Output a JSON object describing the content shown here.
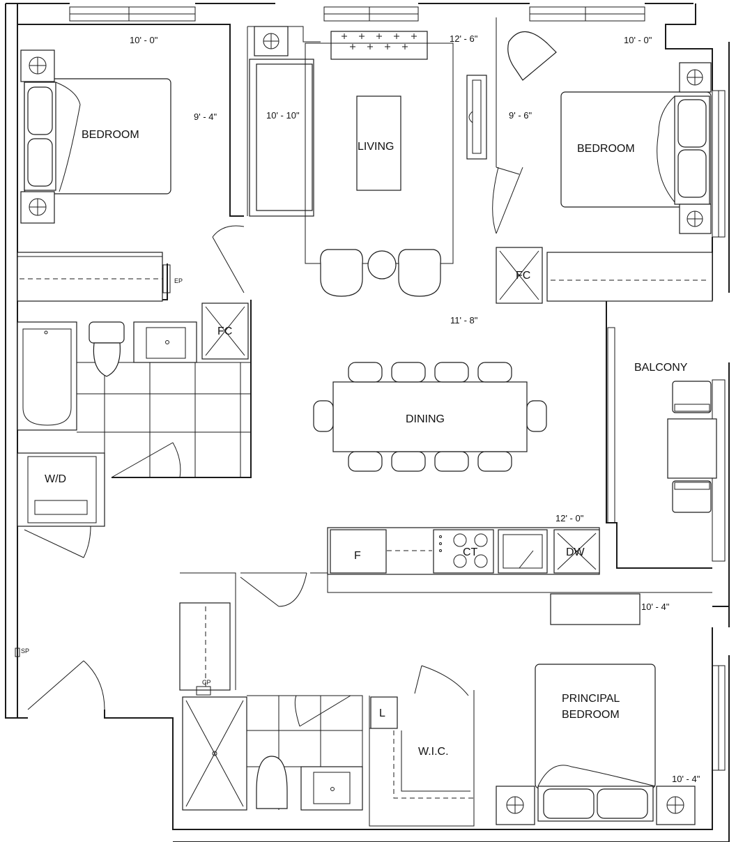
{
  "rooms": {
    "bedroom_left": "BEDROOM",
    "living": "LIVING",
    "bedroom_right": "BEDROOM",
    "dining": "DINING",
    "balcony": "BALCONY",
    "principal_line1": "PRINCIPAL",
    "principal_line2": "BEDROOM",
    "wic": "W.I.C.",
    "wd": "W/D"
  },
  "fixtures": {
    "fc_living": "FC",
    "fc_right": "FC",
    "fridge": "F",
    "cooktop": "CT",
    "dishwasher": "DW",
    "linen": "L",
    "ep": "EP",
    "sp": "SP",
    "cp": "CP"
  },
  "dimensions": {
    "bed_left_w": "10' - 0\"",
    "bed_left_h": "9' - 4\"",
    "living_w": "12' - 6\"",
    "living_h": "10' - 10\"",
    "bed_right_w": "10' - 0\"",
    "bed_right_h": "9' - 6\"",
    "dining_h": "11' - 8\"",
    "dining_w": "12' - 0\"",
    "principal_w": "10' - 4\"",
    "principal_h": "10' - 4\""
  }
}
